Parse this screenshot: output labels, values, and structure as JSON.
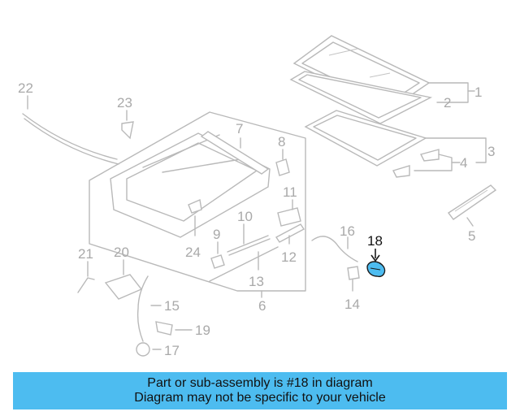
{
  "callouts": {
    "c1": "1",
    "c2": "2",
    "c3": "3",
    "c4": "4",
    "c5": "5",
    "c6": "6",
    "c7": "7",
    "c8": "8",
    "c9": "9",
    "c10": "10",
    "c11": "11",
    "c12": "12",
    "c13": "13",
    "c14": "14",
    "c15": "15",
    "c16": "16",
    "c17": "17",
    "c18": "18",
    "c19": "19",
    "c20": "20",
    "c21": "21",
    "c22": "22",
    "c23": "23",
    "c24": "24"
  },
  "highlighted_part": "18",
  "highlight_color": "#4dbcf0",
  "banner": {
    "line1": "Part or sub-assembly is #18 in diagram",
    "line2": "Diagram may not be specific to your vehicle",
    "color": "#4dbcf0"
  }
}
